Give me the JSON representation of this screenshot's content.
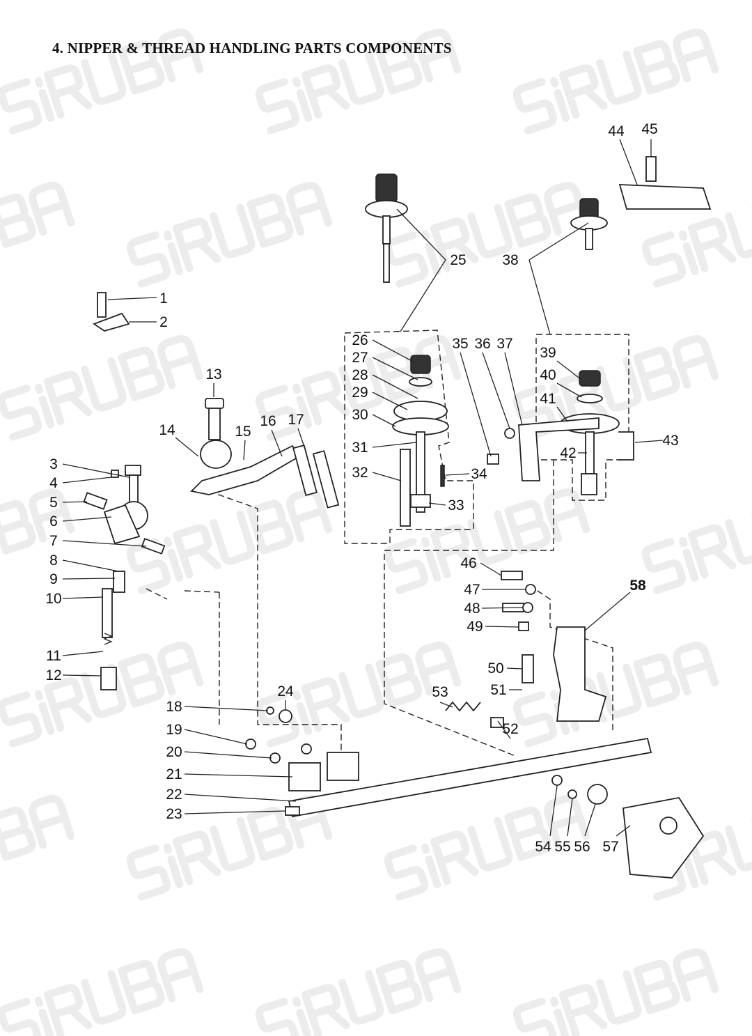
{
  "title": "4. NIPPER & THREAD HANDLING PARTS COMPONENTS",
  "watermark": "SiRUBA",
  "labels": [
    "1",
    "2",
    "3",
    "4",
    "5",
    "6",
    "7",
    "8",
    "9",
    "10",
    "11",
    "12",
    "13",
    "14",
    "15",
    "16",
    "17",
    "18",
    "19",
    "20",
    "21",
    "22",
    "23",
    "24",
    "25",
    "26",
    "27",
    "28",
    "29",
    "30",
    "31",
    "32",
    "33",
    "34",
    "35",
    "36",
    "37",
    "38",
    "39",
    "40",
    "41",
    "42",
    "43",
    "44",
    "45",
    "46",
    "47",
    "48",
    "49",
    "50",
    "51",
    "52",
    "53",
    "54",
    "55",
    "56",
    "57",
    "58"
  ]
}
